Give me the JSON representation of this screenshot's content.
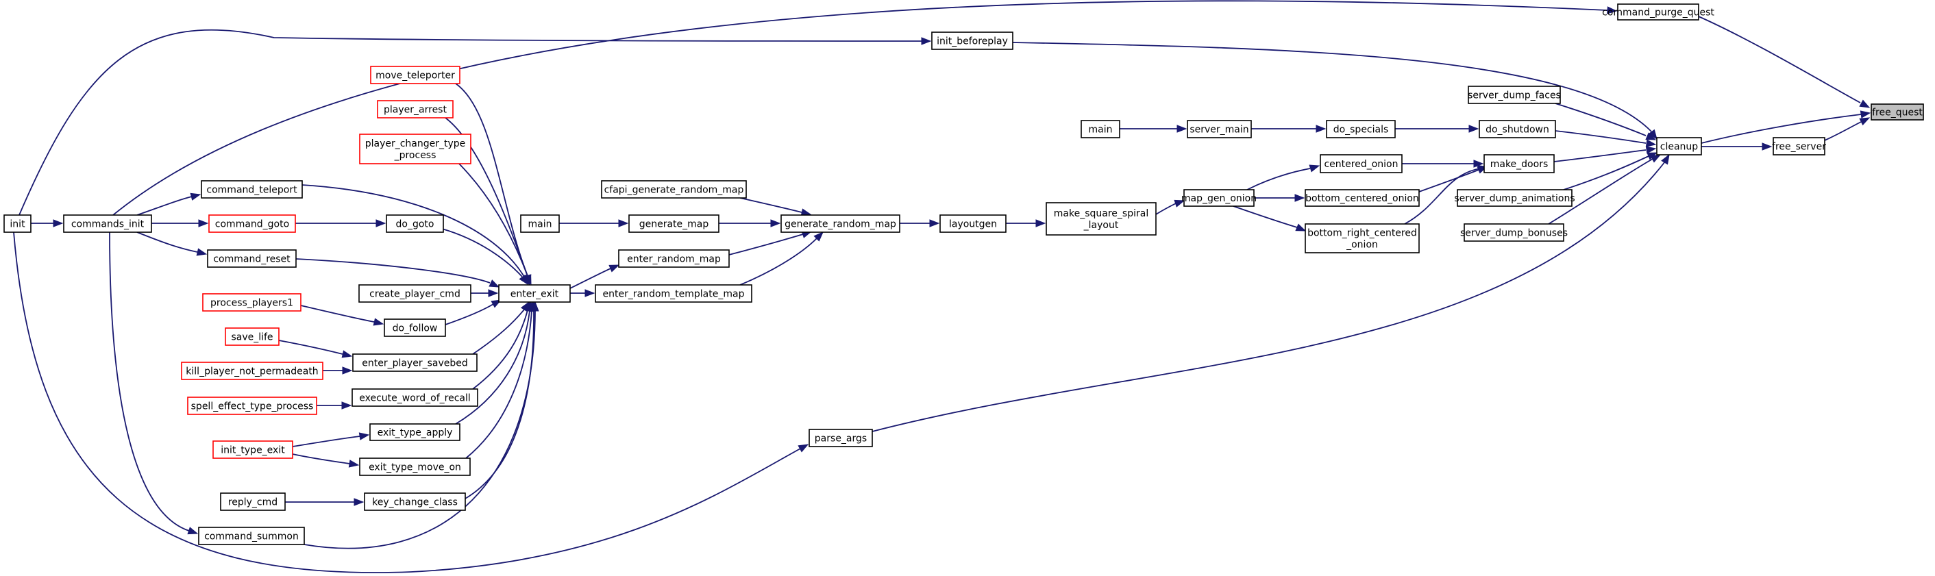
{
  "diagram": {
    "type": "call-graph",
    "colors": {
      "edge": "#191970",
      "node_border": "#000000",
      "truncated_border": "#ff0000",
      "root_fill": "#bfbfbf"
    },
    "nodes": [
      {
        "id": "free_quest",
        "label": "free_quest",
        "root": true
      },
      {
        "id": "command_purge_quest",
        "label": "command_purge_quest"
      },
      {
        "id": "cleanup",
        "label": "cleanup"
      },
      {
        "id": "free_server",
        "label": "free_server"
      },
      {
        "id": "init_beforeplay",
        "label": "init_beforeplay"
      },
      {
        "id": "server_dump_faces",
        "label": "server_dump_faces"
      },
      {
        "id": "do_shutdown",
        "label": "do_shutdown"
      },
      {
        "id": "make_doors",
        "label": "make_doors"
      },
      {
        "id": "server_dump_animations",
        "label": "server_dump_animations"
      },
      {
        "id": "server_dump_bonuses",
        "label": "server_dump_bonuses"
      },
      {
        "id": "do_specials",
        "label": "do_specials"
      },
      {
        "id": "centered_onion",
        "label": "centered_onion"
      },
      {
        "id": "bottom_centered_onion",
        "label": "bottom_centered_onion"
      },
      {
        "id": "bottom_right_centered_onion",
        "label": "bottom_right_centered\n_onion"
      },
      {
        "id": "server_main",
        "label": "server_main"
      },
      {
        "id": "main_a",
        "label": "main"
      },
      {
        "id": "map_gen_onion",
        "label": "map_gen_onion"
      },
      {
        "id": "make_square_spiral_layout",
        "label": "make_square_spiral\n_layout"
      },
      {
        "id": "layoutgen",
        "label": "layoutgen"
      },
      {
        "id": "generate_random_map",
        "label": "generate_random_map"
      },
      {
        "id": "cfapi_generate_random_map",
        "label": "cfapi_generate_random_map"
      },
      {
        "id": "generate_map",
        "label": "generate_map"
      },
      {
        "id": "enter_random_map",
        "label": "enter_random_map"
      },
      {
        "id": "enter_random_template_map",
        "label": "enter_random_template_map"
      },
      {
        "id": "main_b",
        "label": "main"
      },
      {
        "id": "enter_exit",
        "label": "enter_exit"
      },
      {
        "id": "move_teleporter",
        "label": "move_teleporter",
        "truncated": true
      },
      {
        "id": "player_arrest",
        "label": "player_arrest",
        "truncated": true
      },
      {
        "id": "player_changer_type_process",
        "label": "player_changer_type\n_process",
        "truncated": true
      },
      {
        "id": "command_teleport",
        "label": "command_teleport"
      },
      {
        "id": "do_goto",
        "label": "do_goto"
      },
      {
        "id": "command_reset",
        "label": "command_reset"
      },
      {
        "id": "create_player_cmd",
        "label": "create_player_cmd"
      },
      {
        "id": "do_follow",
        "label": "do_follow"
      },
      {
        "id": "enter_player_savebed",
        "label": "enter_player_savebed"
      },
      {
        "id": "execute_word_of_recall",
        "label": "execute_word_of_recall"
      },
      {
        "id": "exit_type_apply",
        "label": "exit_type_apply"
      },
      {
        "id": "exit_type_move_on",
        "label": "exit_type_move_on"
      },
      {
        "id": "key_change_class",
        "label": "key_change_class"
      },
      {
        "id": "command_summon",
        "label": "command_summon"
      },
      {
        "id": "command_goto",
        "label": "command_goto",
        "truncated": true
      },
      {
        "id": "process_players1",
        "label": "process_players1",
        "truncated": true
      },
      {
        "id": "save_life",
        "label": "save_life",
        "truncated": true
      },
      {
        "id": "kill_player_not_permadeath",
        "label": "kill_player_not_permadeath",
        "truncated": true
      },
      {
        "id": "spell_effect_type_process",
        "label": "spell_effect_type_process",
        "truncated": true
      },
      {
        "id": "init_type_exit",
        "label": "init_type_exit",
        "truncated": true
      },
      {
        "id": "reply_cmd",
        "label": "reply_cmd"
      },
      {
        "id": "commands_init",
        "label": "commands_init"
      },
      {
        "id": "init",
        "label": "init"
      },
      {
        "id": "parse_args",
        "label": "parse_args"
      }
    ],
    "edges": [
      [
        "command_purge_quest",
        "free_quest"
      ],
      [
        "cleanup",
        "free_quest"
      ],
      [
        "free_server",
        "free_quest"
      ],
      [
        "cleanup",
        "free_server"
      ],
      [
        "init_beforeplay",
        "cleanup"
      ],
      [
        "server_dump_faces",
        "cleanup"
      ],
      [
        "do_shutdown",
        "cleanup"
      ],
      [
        "make_doors",
        "cleanup"
      ],
      [
        "server_dump_animations",
        "cleanup"
      ],
      [
        "server_dump_bonuses",
        "cleanup"
      ],
      [
        "parse_args",
        "cleanup"
      ],
      [
        "do_specials",
        "do_shutdown"
      ],
      [
        "server_main",
        "do_specials"
      ],
      [
        "main_a",
        "server_main"
      ],
      [
        "centered_onion",
        "make_doors"
      ],
      [
        "bottom_centered_onion",
        "make_doors"
      ],
      [
        "bottom_right_centered_onion",
        "make_doors"
      ],
      [
        "map_gen_onion",
        "centered_onion"
      ],
      [
        "map_gen_onion",
        "bottom_centered_onion"
      ],
      [
        "map_gen_onion",
        "bottom_right_centered_onion"
      ],
      [
        "make_square_spiral_layout",
        "map_gen_onion"
      ],
      [
        "layoutgen",
        "make_square_spiral_layout"
      ],
      [
        "generate_random_map",
        "layoutgen"
      ],
      [
        "cfapi_generate_random_map",
        "generate_random_map"
      ],
      [
        "generate_map",
        "generate_random_map"
      ],
      [
        "enter_random_map",
        "generate_random_map"
      ],
      [
        "enter_random_template_map",
        "generate_random_map"
      ],
      [
        "main_b",
        "generate_map"
      ],
      [
        "enter_exit",
        "enter_random_map"
      ],
      [
        "enter_exit",
        "enter_random_template_map"
      ],
      [
        "move_teleporter",
        "enter_exit"
      ],
      [
        "player_arrest",
        "enter_exit"
      ],
      [
        "player_changer_type_process",
        "enter_exit"
      ],
      [
        "command_teleport",
        "enter_exit"
      ],
      [
        "do_goto",
        "enter_exit"
      ],
      [
        "command_reset",
        "enter_exit"
      ],
      [
        "create_player_cmd",
        "enter_exit"
      ],
      [
        "do_follow",
        "enter_exit"
      ],
      [
        "enter_player_savebed",
        "enter_exit"
      ],
      [
        "execute_word_of_recall",
        "enter_exit"
      ],
      [
        "exit_type_apply",
        "enter_exit"
      ],
      [
        "exit_type_move_on",
        "enter_exit"
      ],
      [
        "key_change_class",
        "enter_exit"
      ],
      [
        "command_summon",
        "enter_exit"
      ],
      [
        "command_goto",
        "do_goto"
      ],
      [
        "process_players1",
        "do_follow"
      ],
      [
        "save_life",
        "enter_player_savebed"
      ],
      [
        "kill_player_not_permadeath",
        "enter_player_savebed"
      ],
      [
        "spell_effect_type_process",
        "execute_word_of_recall"
      ],
      [
        "init_type_exit",
        "exit_type_apply"
      ],
      [
        "init_type_exit",
        "exit_type_move_on"
      ],
      [
        "reply_cmd",
        "key_change_class"
      ],
      [
        "commands_init",
        "command_purge_quest"
      ],
      [
        "commands_init",
        "command_teleport"
      ],
      [
        "commands_init",
        "command_goto"
      ],
      [
        "commands_init",
        "command_reset"
      ],
      [
        "commands_init",
        "command_summon"
      ],
      [
        "init",
        "init_beforeplay"
      ],
      [
        "init",
        "commands_init"
      ],
      [
        "init",
        "parse_args"
      ]
    ]
  }
}
